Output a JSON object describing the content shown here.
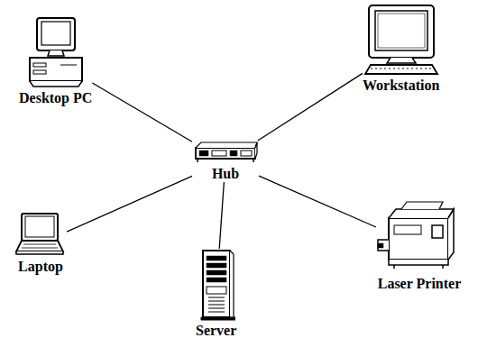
{
  "diagram": {
    "nodes": [
      {
        "text": [
          "Desktop PC"
        ]
      },
      {
        "text": [
          "Workstation"
        ]
      },
      {
        "text": [
          "Hub"
        ]
      },
      {
        "text": [
          "Laptop"
        ]
      },
      {
        "text": [
          "Server"
        ]
      },
      {
        "text": [
          "Laser Printer"
        ]
      }
    ],
    "edges": [
      {
        "from": 2,
        "to": 0,
        "arrow": "none"
      },
      {
        "from": 2,
        "to": 1,
        "arrow": "none"
      },
      {
        "from": 2,
        "to": 3,
        "arrow": "none"
      },
      {
        "from": 2,
        "to": 4,
        "arrow": "none"
      },
      {
        "from": 2,
        "to": 5,
        "arrow": "none"
      }
    ]
  }
}
